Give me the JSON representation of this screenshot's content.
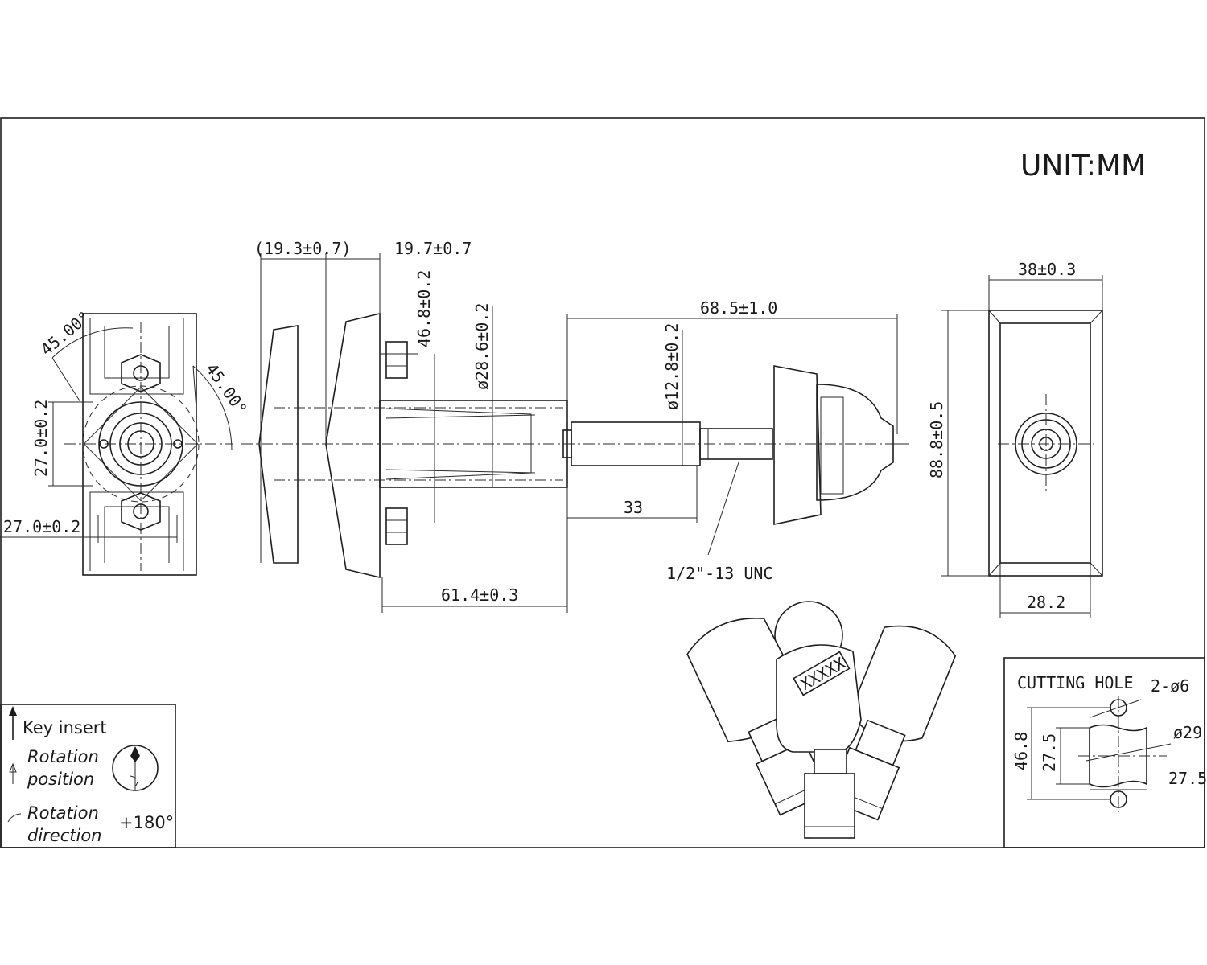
{
  "unit_label": "UNIT:MM",
  "dimensions": {
    "top_left_paren": "(19.3±0.7)",
    "top_flange": "19.7±0.7",
    "mount_spacing": "46.8±0.2",
    "body_diameter": "ø28.6±0.2",
    "overall_length": "68.5±1.0",
    "shaft_diameter": "ø12.8±0.2",
    "body_length": "61.4±0.3",
    "shaft_offset": "33",
    "thread": "1/2\"-13 UNC",
    "front_width": "38±0.3",
    "front_height": "88.8±0.5",
    "front_inner_width": "28.2",
    "angle_upper": "45.00°",
    "angle_right": "45.00°",
    "rear_height": "27.0±0.2",
    "rear_width": "27.0±0.2"
  },
  "key_tag": "XXXXX",
  "legend": {
    "key_insert": "Key insert",
    "rotation_position_1": "Rotation",
    "rotation_position_2": "position",
    "rotation_direction_1": "Rotation",
    "rotation_direction_2": "direction",
    "rotation_value": "+180°"
  },
  "cutting_hole": {
    "title": "CUTTING HOLE",
    "holes": "2-ø6",
    "diameter": "ø29",
    "height_outer": "46.8",
    "height_inner": "27.5",
    "width_inner": "27.5"
  }
}
